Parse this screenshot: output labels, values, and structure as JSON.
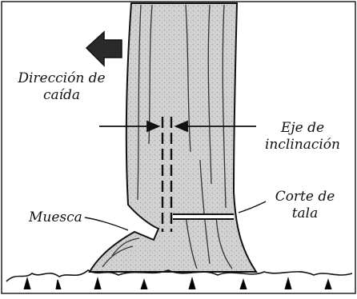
{
  "labels": {
    "direction_line1": "Dirección de",
    "direction_line2": "caída",
    "axis_line1": "Eje de",
    "axis_line2": "inclinación",
    "notch": "Muesca",
    "cut_line1": "Corte de",
    "cut_line2": "tala"
  },
  "icons": {
    "direction_arrow": "left-arrow-icon"
  },
  "colors": {
    "trunk": "#c9c9c9",
    "ink": "#111111",
    "border": "#222222"
  }
}
